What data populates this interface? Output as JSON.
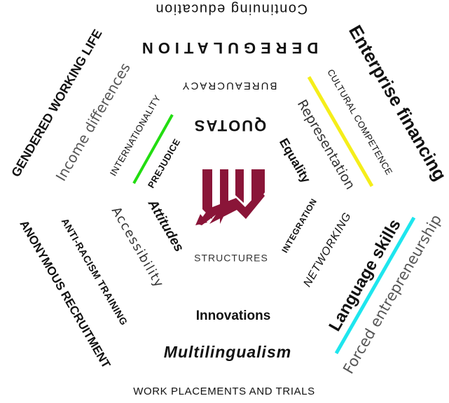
{
  "colors": {
    "ink": "#111111",
    "grey": "#555555",
    "logo": "#8a1538",
    "green_bar": "#22dd11",
    "yellow_bar": "#f5ee1a",
    "cyan_bar": "#1ee6ee"
  },
  "icon": "declining-bar-chart-icon",
  "outer_ring": {
    "continuing_education": "Continuing education",
    "enterprise_financing": "Enterprise financing",
    "forced_entrepreneurship": "Forced entrepreneurship",
    "work_placements": "WORK PLACEMENTS AND TRIALS",
    "anonymous_recruitment": "ANONYMOUS RECRUITMENT",
    "gendered_working_life": "GENDERED WORKING LIFE"
  },
  "middle_ring": {
    "deregulation": "DEREGULATION",
    "cultural_competence": "CULTURAL COMPETENCE",
    "representation": "Representation",
    "language_skills": "Language skills",
    "multilingualism": "Multilingualism",
    "anti_racism_training": "ANTI-RACISM TRAINING",
    "income_differences": "Income differences"
  },
  "inner_ring": {
    "bureaucracy": "BUREAUCRACY",
    "internationality": "INTERNATIONALITY",
    "networking": "NETWORKING",
    "innovations": "Innovations",
    "accessibility": "Accessibility"
  },
  "core": {
    "quotas": "QUOTAS",
    "prejudice": "PREJUDICE",
    "equality": "Equality",
    "attitudes": "Attitudes",
    "integration": "INTEGRATION",
    "structures": "STRUCTURES"
  }
}
